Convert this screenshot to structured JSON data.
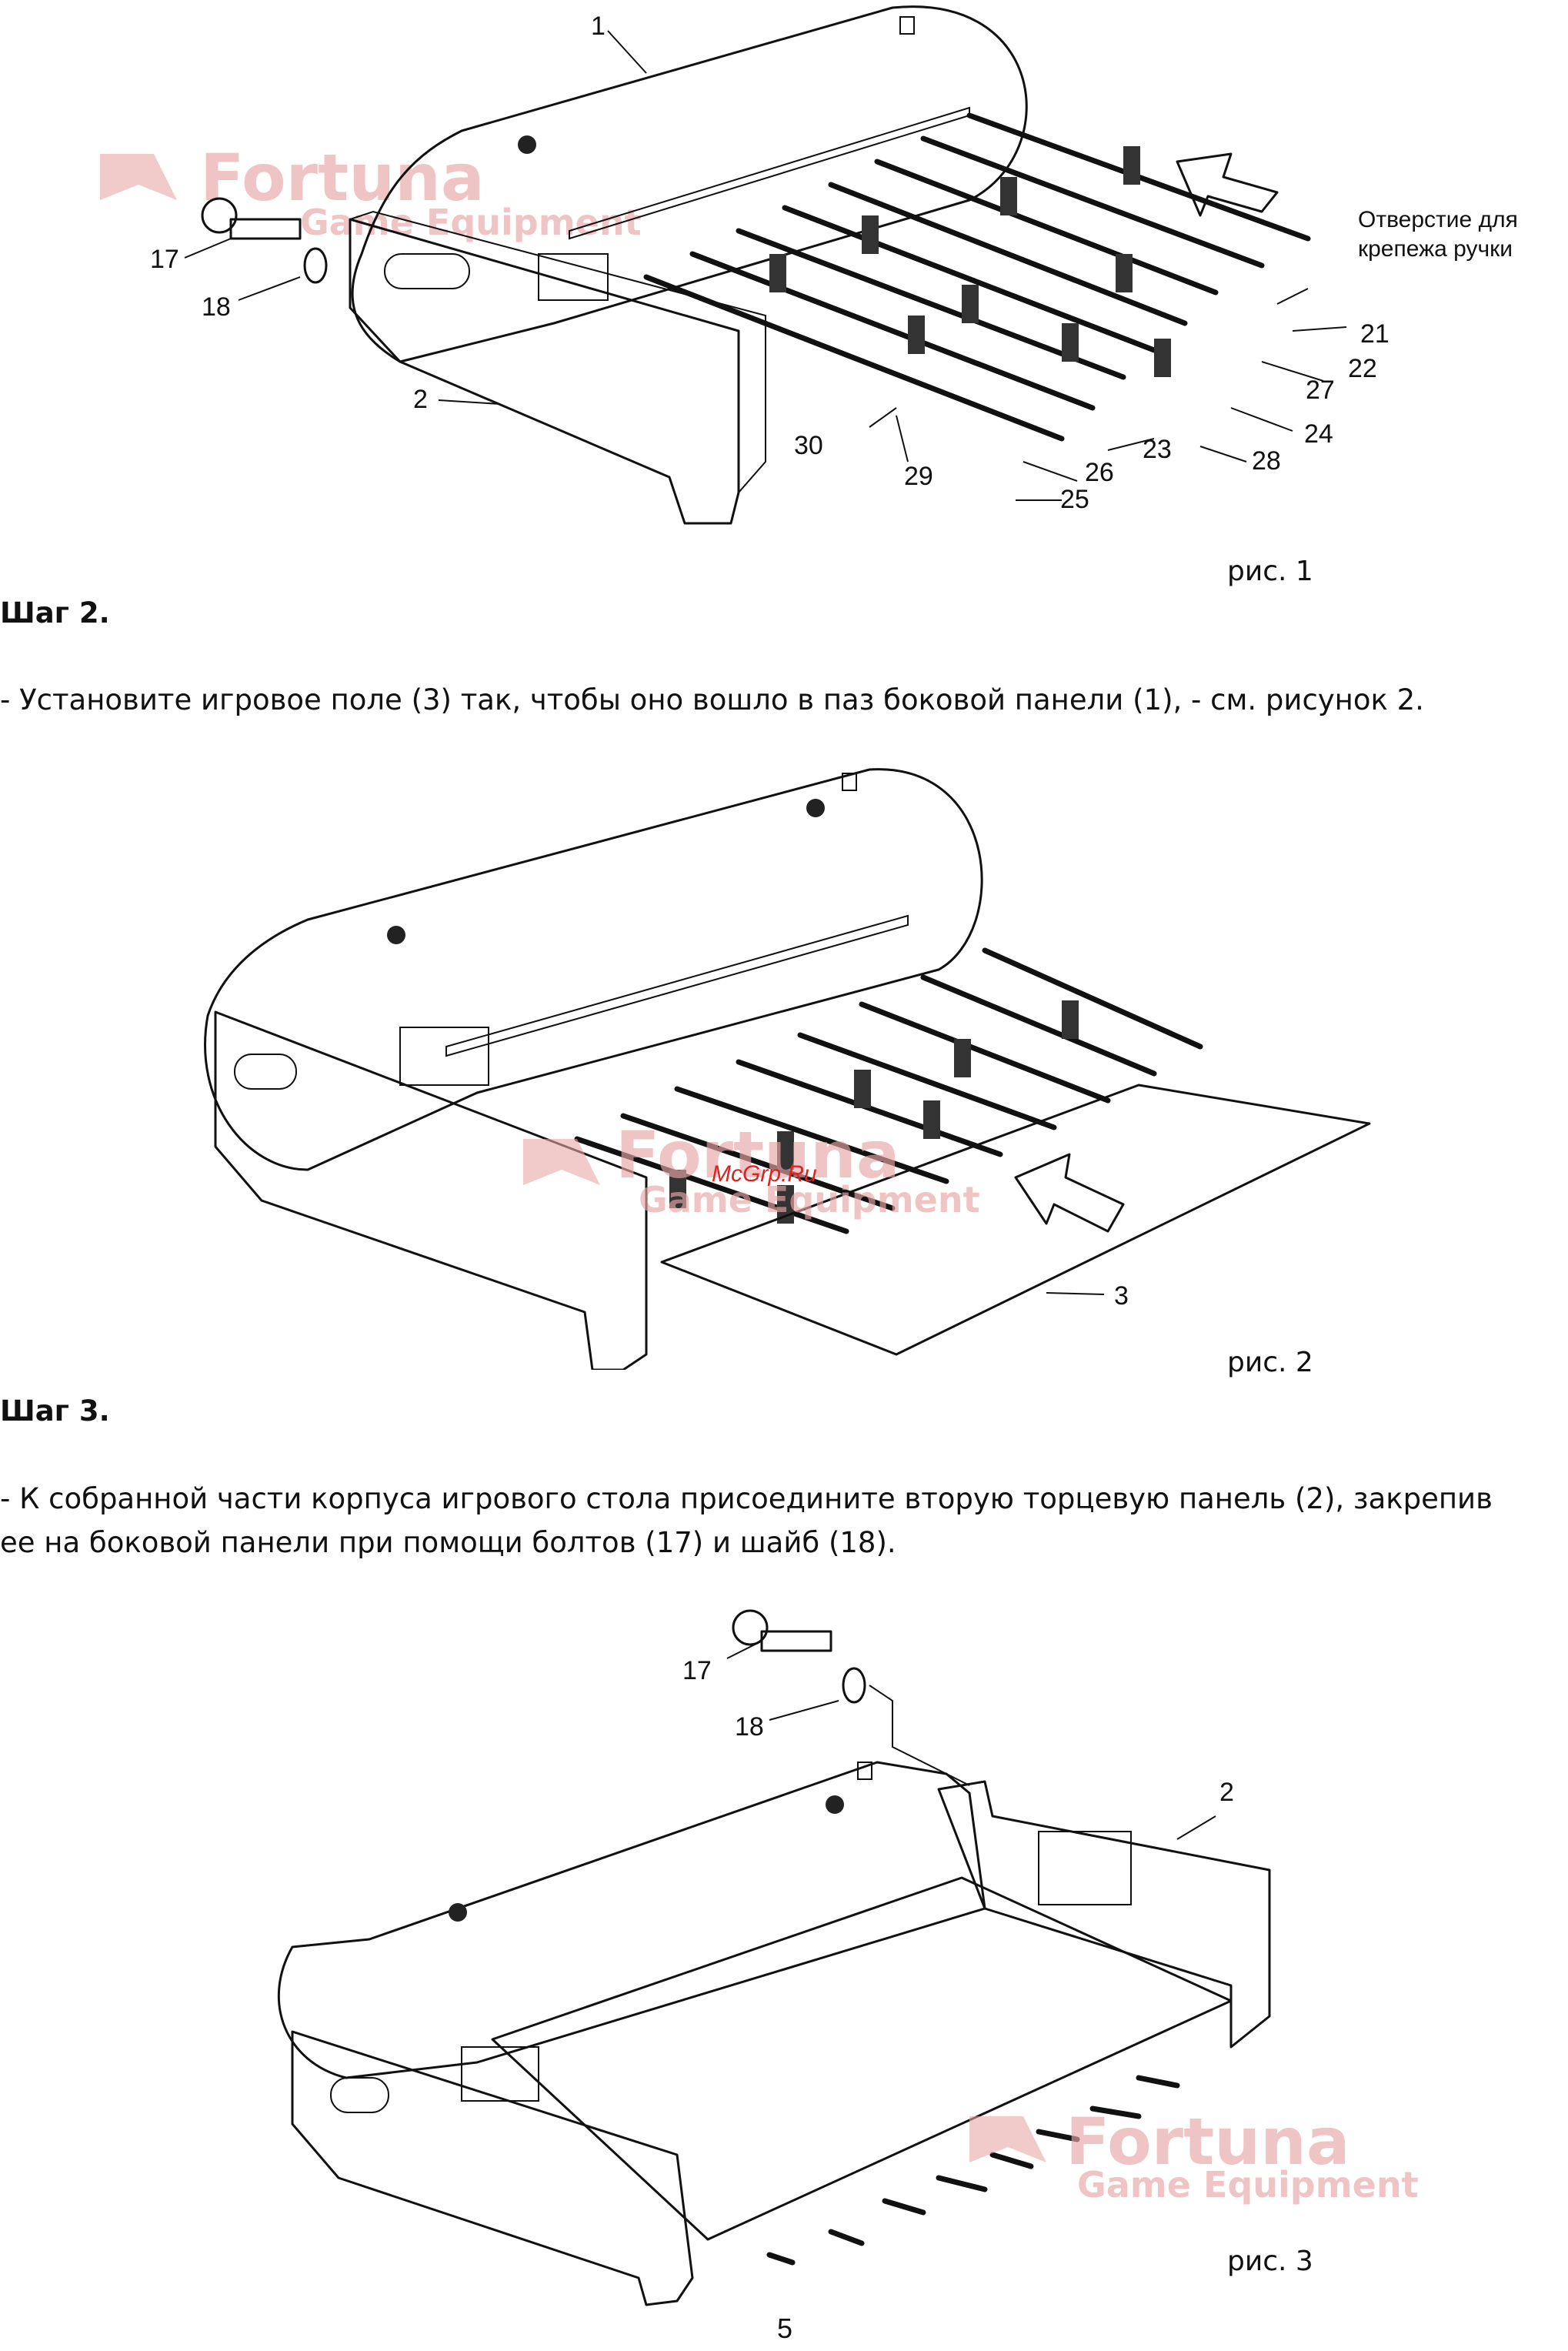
{
  "figure1": {
    "callouts": [
      "1",
      "2",
      "17",
      "18",
      "21",
      "22",
      "23",
      "24",
      "25",
      "26",
      "27",
      "28",
      "29",
      "30"
    ],
    "note_lines": [
      "Отверстие для",
      "крепежа ручки"
    ],
    "caption": "рис. 1"
  },
  "step2": {
    "heading": "Шаг 2.",
    "text": "- Установите игровое поле (3) так, чтобы оно вошло в паз боковой панели (1), - см. рисунок 2."
  },
  "figure2": {
    "callouts": [
      "3"
    ],
    "caption": "рис. 2"
  },
  "step3": {
    "heading": "Шаг 3.",
    "text_lines": [
      "- К собранной части корпуса игрового стола присоедините вторую торцевую панель (2), закрепив",
      "ее на боковой панели при помощи болтов (17) и шайб (18)."
    ]
  },
  "figure3": {
    "callouts": [
      "17",
      "18",
      "2"
    ],
    "caption": "рис. 3"
  },
  "watermark": {
    "brand": "Fortuna",
    "sub": "Game Equipment",
    "site": "McGrp.Ru",
    "color": "#e8a6a6"
  },
  "page_number": "5"
}
